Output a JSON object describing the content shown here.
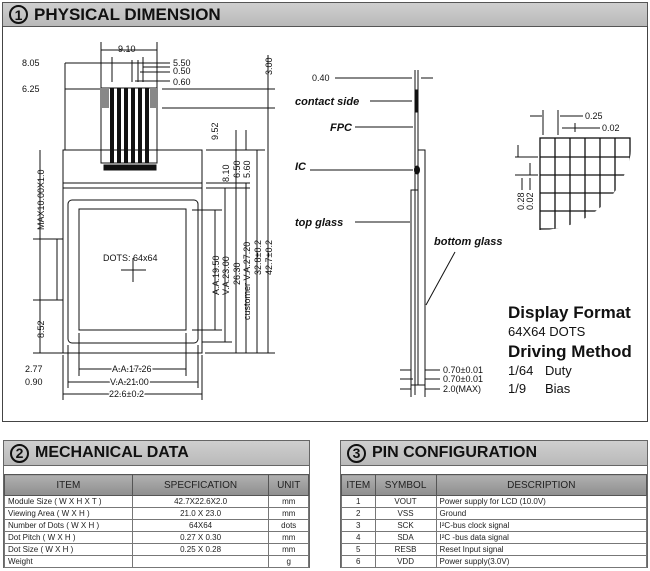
{
  "section1": {
    "number": "1",
    "title": "PHYSICAL  DIMENSION"
  },
  "drawing": {
    "dims_top": {
      "w910": "9.10",
      "d805": "8.05",
      "d625": "6.25",
      "d550": "5.50",
      "d050": "0.50",
      "d060": "0.60",
      "d300": "3.00",
      "d952": "9.52",
      "d810": "8.10",
      "d650": "6.50",
      "d560": "5.60"
    },
    "dims_side": {
      "max": "MAX10.00X1.0",
      "d852": "8.52",
      "aa1950": "A.A.19.50",
      "va2300": "V.A.23.00",
      "d2630": "26.30",
      "customer": "customer  V.A.27.20",
      "d328": "32.8±0.2",
      "d427": "42.7±0.2"
    },
    "dims_bottom": {
      "d277": "2.77",
      "d090": "0.90",
      "aa1726": "A.A.17.26",
      "va2100": "V.A.21.00",
      "d226": "22.6±0.2"
    },
    "dots_label": "DOTS: 64x64",
    "side_view": {
      "d040": "0.40",
      "contact": "contact side",
      "fpc": "FPC",
      "ic": "IC",
      "top_glass": "top glass",
      "bottom_glass": "bottom glass",
      "t1": "0.70±0.01",
      "t2": "0.70±0.01",
      "t3": "2.0(MAX)"
    },
    "pixel_detail": {
      "w": "0.25",
      "gap": "0.02",
      "h": "0.28",
      "vgap": "0.02"
    },
    "display_format": {
      "title": "Display Format",
      "value": "64X64 DOTS"
    },
    "driving_method": {
      "title": "Driving Method",
      "duty_val": "1/64",
      "duty": "Duty",
      "bias_val": "1/9",
      "bias": "Bias"
    }
  },
  "section2": {
    "number": "2",
    "title": "MECHANICAL DATA",
    "headers": [
      "ITEM",
      "SPECFICATION",
      "UNIT"
    ],
    "rows": [
      [
        "Module Size  ( W X H X T )",
        "42.7X22.6X2.0",
        "mm"
      ],
      [
        "Viewing Area ( W X H )",
        "21.0 X 23.0",
        "mm"
      ],
      [
        "Number of Dots ( W X H )",
        "64X64",
        "dots"
      ],
      [
        "Dot Pitch ( W X H )",
        "0.27 X 0.30",
        "mm"
      ],
      [
        "Dot Size ( W X H )",
        "0.25 X 0.28",
        "mm"
      ],
      [
        "Weight",
        "",
        "g"
      ]
    ]
  },
  "section3": {
    "number": "3",
    "title": "PIN CONFIGURATION",
    "headers": [
      "ITEM",
      "SYMBOL",
      "DESCRIPTION"
    ],
    "rows": [
      [
        "1",
        "VOUT",
        "Power supply for LCD (10.0V)"
      ],
      [
        "2",
        "VSS",
        "Ground"
      ],
      [
        "3",
        "SCK",
        "I²C-bus clock signal"
      ],
      [
        "4",
        "SDA",
        "I²C -bus data signal"
      ],
      [
        "5",
        "RESB",
        "Reset Input signal"
      ],
      [
        "6",
        "VDD",
        "Power supply(3.0V)"
      ]
    ]
  }
}
